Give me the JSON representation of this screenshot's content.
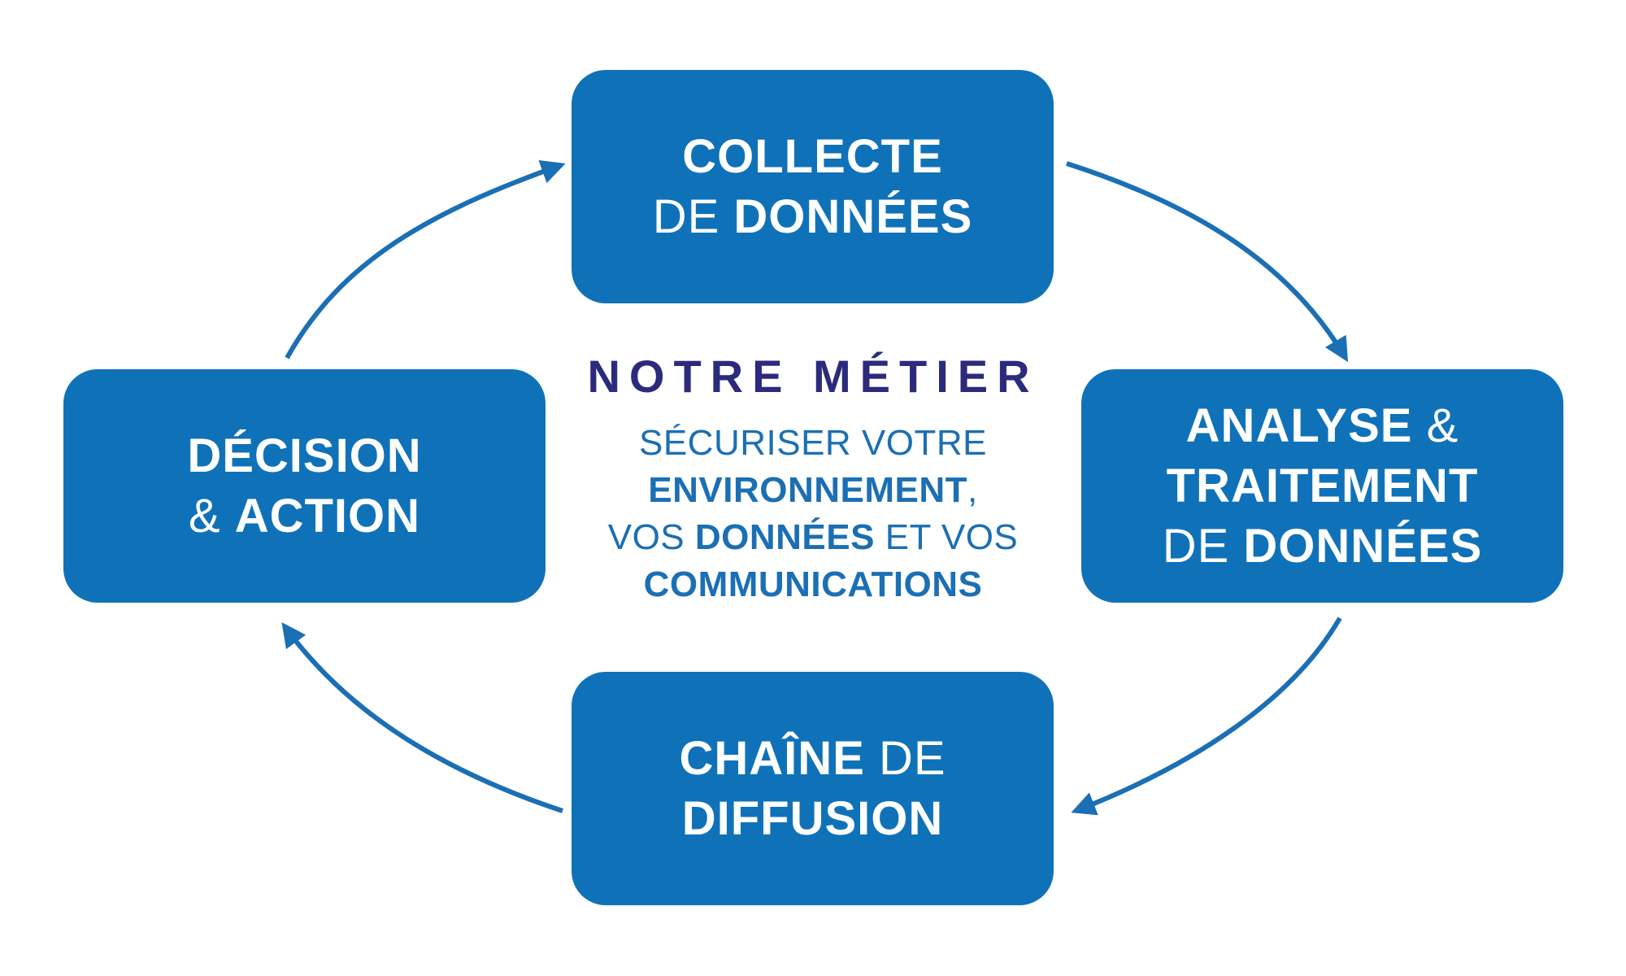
{
  "diagram": {
    "colors": {
      "box_fill": "#0f72b9",
      "box_text": "#ffffff",
      "arrow": "#1b6fb4",
      "title": "#2b2a7c",
      "description": "#1b6fb4"
    },
    "boxes": {
      "collecte": {
        "line1": {
          "bold": "COLLECTE"
        },
        "line2": {
          "light": "DE ",
          "bold": "DONNÉES"
        }
      },
      "analyse": {
        "line1": {
          "bold": "ANALYSE",
          "light": " &"
        },
        "line2": {
          "bold": "TRAITEMENT"
        },
        "line3": {
          "light": "DE ",
          "bold": "DONNÉES"
        }
      },
      "chaine": {
        "line1": {
          "bold": "CHAÎNE",
          "light": " DE"
        },
        "line2": {
          "bold": "DIFFUSION"
        }
      },
      "decision": {
        "line1": {
          "bold": "DÉCISION"
        },
        "line2": {
          "light": "& ",
          "bold": "ACTION"
        }
      }
    },
    "center": {
      "title": "NOTRE MÉTIER",
      "line1": "SÉCURISER VOTRE",
      "line2_bold": "ENVIRONNEMENT",
      "line2_rest": ",",
      "line3_a": "VOS ",
      "line3_bold": "DONNÉES",
      "line3_b": " ET VOS",
      "line4_bold": "COMMUNICATIONS"
    },
    "arrows": [
      {
        "from": "decision",
        "to": "collecte"
      },
      {
        "from": "collecte",
        "to": "analyse"
      },
      {
        "from": "analyse",
        "to": "chaine"
      },
      {
        "from": "chaine",
        "to": "decision"
      }
    ]
  }
}
